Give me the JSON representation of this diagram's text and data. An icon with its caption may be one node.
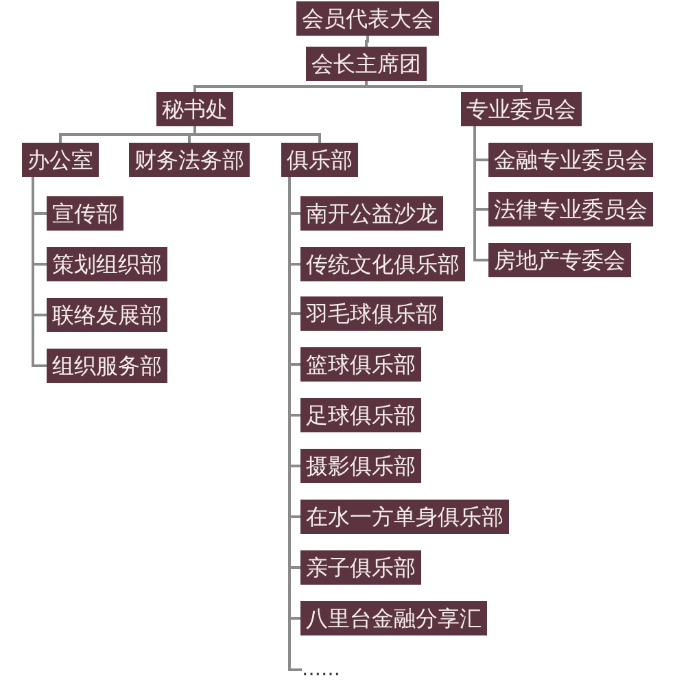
{
  "diagram": {
    "nodes": [
      {
        "text": [
          "会员代表大会"
        ]
      },
      {
        "text": [
          "会长主席团"
        ]
      },
      {
        "text": [
          "秘书处"
        ]
      },
      {
        "text": [
          "专业委员会"
        ]
      },
      {
        "text": [
          "办公室"
        ]
      },
      {
        "text": [
          "财务法务部"
        ]
      },
      {
        "text": [
          "俱乐部"
        ]
      },
      {
        "text": [
          "宣传部"
        ]
      },
      {
        "text": [
          "策划组织部"
        ]
      },
      {
        "text": [
          "联络发展部"
        ]
      },
      {
        "text": [
          "组织服务部"
        ]
      },
      {
        "text": [
          "金融专业委员会"
        ]
      },
      {
        "text": [
          "法律专业委员会"
        ]
      },
      {
        "text": [
          "房地产专委会"
        ]
      },
      {
        "text": [
          "南开公益沙龙"
        ]
      },
      {
        "text": [
          "传统文化俱乐部"
        ]
      },
      {
        "text": [
          "羽毛球俱乐部"
        ]
      },
      {
        "text": [
          "篮球俱乐部"
        ]
      },
      {
        "text": [
          "足球俱乐部"
        ]
      },
      {
        "text": [
          "摄影俱乐部"
        ]
      },
      {
        "text": [
          "在水一方单身俱乐部"
        ]
      },
      {
        "text": [
          "亲子俱乐部"
        ]
      },
      {
        "text": [
          "八里台金融分享汇"
        ]
      },
      {
        "text": [
          "……"
        ]
      }
    ],
    "edges": [
      {
        "from": 0,
        "to": 1,
        "arrow": "none"
      },
      {
        "from": 1,
        "to": 2,
        "arrow": "none"
      },
      {
        "from": 1,
        "to": 3,
        "arrow": "none"
      },
      {
        "from": 2,
        "to": 4,
        "arrow": "none"
      },
      {
        "from": 2,
        "to": 5,
        "arrow": "none"
      },
      {
        "from": 2,
        "to": 6,
        "arrow": "none"
      },
      {
        "from": 4,
        "to": 7,
        "arrow": "none"
      },
      {
        "from": 4,
        "to": 8,
        "arrow": "none"
      },
      {
        "from": 4,
        "to": 9,
        "arrow": "none"
      },
      {
        "from": 4,
        "to": 10,
        "arrow": "none"
      },
      {
        "from": 3,
        "to": 11,
        "arrow": "none"
      },
      {
        "from": 3,
        "to": 12,
        "arrow": "none"
      },
      {
        "from": 3,
        "to": 13,
        "arrow": "none"
      },
      {
        "from": 6,
        "to": 14,
        "arrow": "none"
      },
      {
        "from": 6,
        "to": 15,
        "arrow": "none"
      },
      {
        "from": 6,
        "to": 16,
        "arrow": "none"
      },
      {
        "from": 6,
        "to": 17,
        "arrow": "none"
      },
      {
        "from": 6,
        "to": 18,
        "arrow": "none"
      },
      {
        "from": 6,
        "to": 19,
        "arrow": "none"
      },
      {
        "from": 6,
        "to": 20,
        "arrow": "none"
      },
      {
        "from": 6,
        "to": 21,
        "arrow": "none"
      },
      {
        "from": 6,
        "to": 22,
        "arrow": "none"
      },
      {
        "from": 6,
        "to": 23,
        "arrow": "none"
      }
    ]
  }
}
